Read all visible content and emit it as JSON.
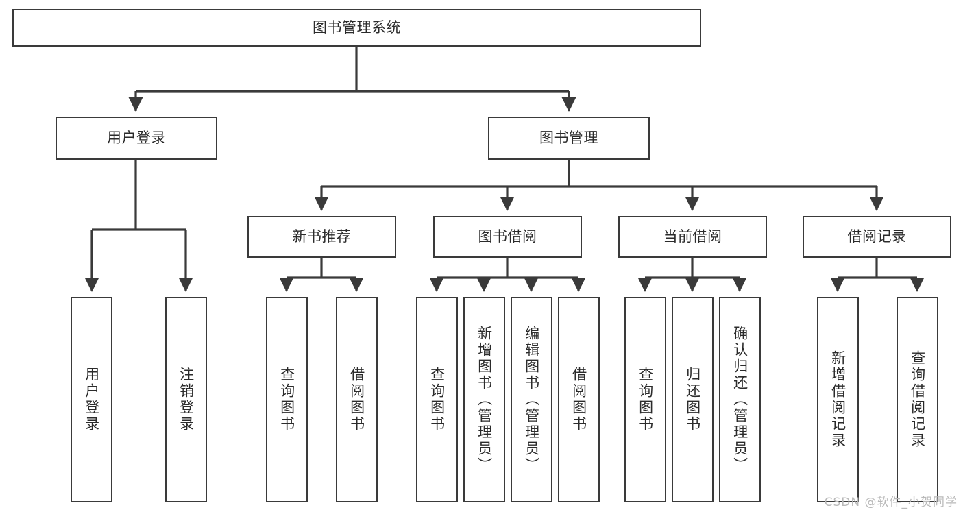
{
  "diagram": {
    "title": "图书管理系统",
    "type": "tree-hierarchy-chart",
    "stroke_color": "#3a3a3a",
    "background_color": "#ffffff",
    "text_color": "#2b2b2b"
  },
  "nodes": {
    "root": {
      "label": "图书管理系统"
    },
    "level2": [
      {
        "id": "user-login",
        "label": "用户登录"
      },
      {
        "id": "book-management",
        "label": "图书管理"
      }
    ],
    "level3": [
      {
        "id": "new-book-recommend",
        "label": "新书推荐"
      },
      {
        "id": "book-borrow",
        "label": "图书借阅"
      },
      {
        "id": "current-borrow",
        "label": "当前借阅"
      },
      {
        "id": "borrow-record",
        "label": "借阅记录"
      }
    ],
    "leaves": {
      "user_login": [
        {
          "id": "leaf-user-login",
          "label": "用户登录"
        },
        {
          "id": "leaf-logout-login",
          "label": "注销登录"
        }
      ],
      "new_book_recommend": [
        {
          "id": "leaf-query-book-1",
          "label": "查询图书"
        },
        {
          "id": "leaf-borrow-book-1",
          "label": "借阅图书"
        }
      ],
      "book_borrow": [
        {
          "id": "leaf-query-book-2",
          "label": "查询图书"
        },
        {
          "id": "leaf-add-book",
          "label": "新增图书（管理员）"
        },
        {
          "id": "leaf-edit-book",
          "label": "编辑图书（管理员）"
        },
        {
          "id": "leaf-borrow-book-2",
          "label": "借阅图书"
        }
      ],
      "current_borrow": [
        {
          "id": "leaf-query-book-3",
          "label": "查询图书"
        },
        {
          "id": "leaf-return-book",
          "label": "归还图书"
        },
        {
          "id": "leaf-confirm-return",
          "label": "确认归还（管理员）"
        }
      ],
      "borrow_record": [
        {
          "id": "leaf-add-record",
          "label": "新增借阅记录"
        },
        {
          "id": "leaf-query-record",
          "label": "查询借阅记录"
        }
      ]
    }
  },
  "watermark": {
    "text": "CSDN @软件_小贺同学"
  }
}
